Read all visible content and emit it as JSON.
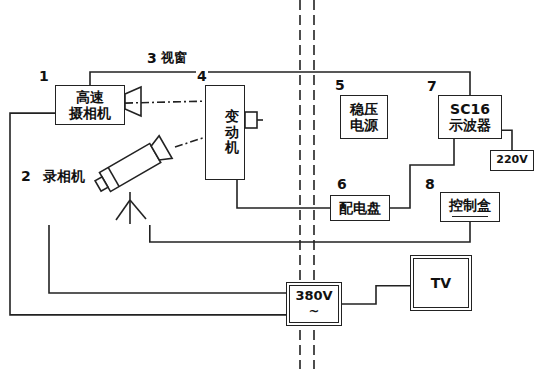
{
  "diagram": {
    "nodes": [
      {
        "text": [
          "高速 摄相机"
        ]
      },
      {
        "text": [
          "录相机"
        ]
      },
      {
        "text": [
          "变动机"
        ]
      },
      {
        "text": [
          "稳压 电源"
        ]
      },
      {
        "text": [
          "配电盘"
        ]
      },
      {
        "text": [
          "SC16 示波器"
        ]
      },
      {
        "text": [
          "220V"
        ]
      },
      {
        "text": [
          "控制盒"
        ]
      },
      {
        "text": [
          "380V ~"
        ]
      },
      {
        "text": [
          "TV"
        ]
      }
    ],
    "edges": [
      {
        "from": 0,
        "to": 8,
        "arrow": "none"
      },
      {
        "from": 1,
        "to": 8,
        "arrow": "none"
      },
      {
        "from": 9,
        "to": 8,
        "arrow": "none"
      },
      {
        "from": 0,
        "to": 5,
        "arrow": "none"
      },
      {
        "from": 2,
        "to": 4,
        "arrow": "none"
      },
      {
        "from": 5,
        "to": 4,
        "arrow": "none"
      },
      {
        "from": 5,
        "to": 6,
        "arrow": "none"
      },
      {
        "from": 7,
        "to": 1,
        "arrow": "none"
      },
      {
        "from": 0,
        "to": 2,
        "arrow": "none"
      },
      {
        "from": 1,
        "to": 2,
        "arrow": "none"
      }
    ],
    "labels": [
      "1",
      "2",
      "3",
      "视窗",
      "4",
      "5",
      "6",
      "7",
      "8"
    ]
  }
}
